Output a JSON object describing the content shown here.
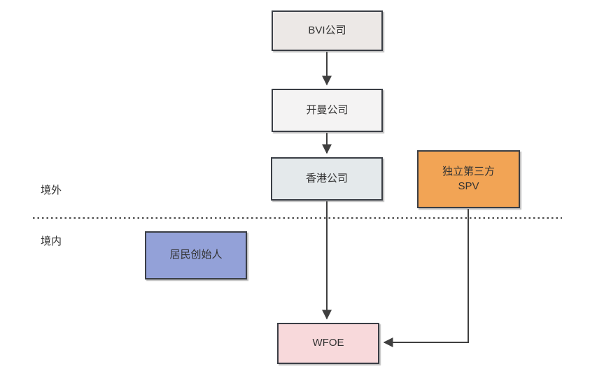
{
  "diagram": {
    "title": "offshore-onshore-holding-structure",
    "regions": {
      "offshore": "境外",
      "onshore": "境内"
    },
    "nodes": {
      "bvi": {
        "label": "BVI公司",
        "fill": "#ece8e6"
      },
      "cayman": {
        "label": "开曼公司",
        "fill": "#f4f3f3"
      },
      "hk": {
        "label": "香港公司",
        "fill": "#e4e9eb"
      },
      "spv": {
        "label": "独立第三方\nSPV",
        "fill": "#f2a455"
      },
      "founder": {
        "label": "居民创始人",
        "fill": "#93a1d8"
      },
      "wfoe": {
        "label": "WFOE",
        "fill": "#f8d9db"
      }
    },
    "edges": [
      {
        "from": "bvi",
        "to": "cayman"
      },
      {
        "from": "cayman",
        "to": "hk"
      },
      {
        "from": "hk",
        "to": "wfoe"
      },
      {
        "from": "spv",
        "to": "wfoe"
      }
    ],
    "colors": {
      "border": "#3a3e45",
      "arrow": "#3f3f3f",
      "divider": "#444444",
      "background": "#ffffff",
      "text": "#333333"
    }
  }
}
